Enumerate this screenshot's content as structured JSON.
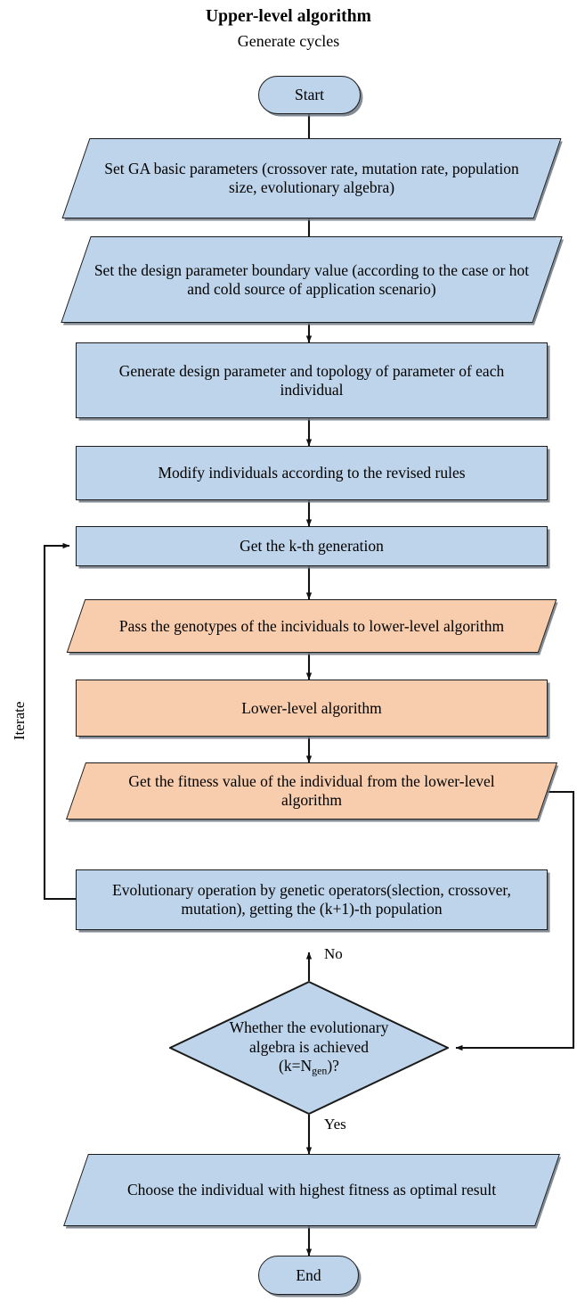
{
  "header": {
    "title": "Upper-level algorithm",
    "subtitle": "Generate cycles"
  },
  "colors": {
    "blue_fill": "#bed4ea",
    "orange_fill": "#f8cdae",
    "stroke": "#1b1b1b",
    "shadow": "#6e7882",
    "background": "#ffffff"
  },
  "nodes": {
    "start": {
      "label": "Start",
      "shape": "terminator",
      "fill": "blue"
    },
    "set_ga": {
      "label": "Set GA basic parameters (crossover rate, mutation rate, population size, evolutionary algebra)",
      "shape": "parallelogram",
      "fill": "blue"
    },
    "set_boundary": {
      "label": "Set the design parameter boundary value (according to the case or hot and cold source of application scenario)",
      "shape": "parallelogram",
      "fill": "blue"
    },
    "generate_design": {
      "label": "Generate design parameter and topology of parameter of each individual",
      "shape": "rectangle",
      "fill": "blue"
    },
    "modify": {
      "label": "Modify individuals according to the revised rules",
      "shape": "rectangle",
      "fill": "blue"
    },
    "get_kth": {
      "label": "Get the k-th generation",
      "shape": "rectangle",
      "fill": "blue"
    },
    "pass_genotypes": {
      "label": "Pass the genotypes of the incividuals to lower-level algorithm",
      "shape": "parallelogram",
      "fill": "orange"
    },
    "lower_level": {
      "label": "Lower-level algorithm",
      "shape": "rectangle",
      "fill": "orange"
    },
    "get_fitness": {
      "label": "Get the fitness value of the individual from the lower-level algorithm",
      "shape": "parallelogram",
      "fill": "orange"
    },
    "evolutionary_op": {
      "label": "Evolutionary operation by genetic operators(slection, crossover, mutation), getting the (k+1)-th population",
      "shape": "rectangle",
      "fill": "blue"
    },
    "decision": {
      "line1": "Whether the evolutionary",
      "line2": "algebra is achieved",
      "line3_prefix": "(k=N",
      "line3_sub": "gen",
      "line3_suffix": ")?",
      "shape": "diamond",
      "fill": "blue"
    },
    "choose_best": {
      "label": "Choose the individual with highest fitness as optimal result",
      "shape": "parallelogram",
      "fill": "blue"
    },
    "end": {
      "label": "End",
      "shape": "terminator",
      "fill": "blue"
    }
  },
  "edge_labels": {
    "no": "No",
    "yes": "Yes",
    "iterate": "Iterate"
  }
}
